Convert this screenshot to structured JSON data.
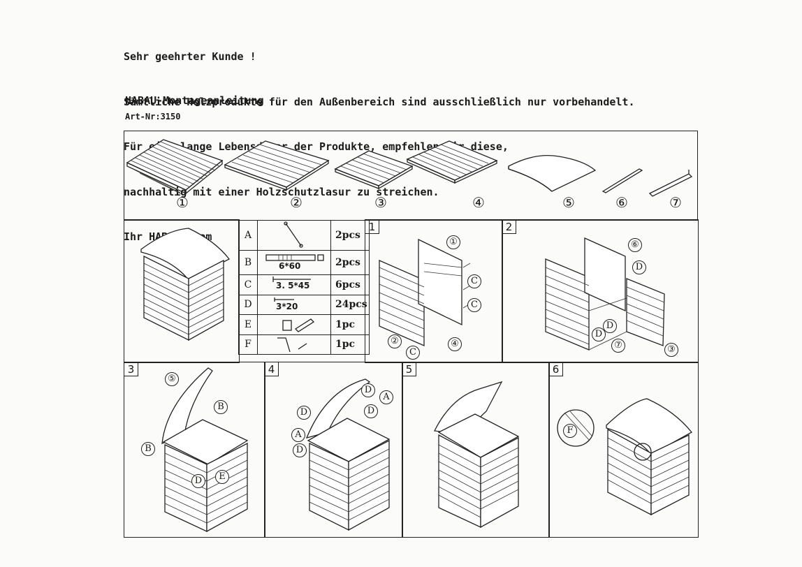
{
  "intro": {
    "lines": [
      "Sehr geehrter Kunde !",
      "Sämtliche Holzprodukte für den Außenbereich sind ausschließlich nur vorbehandelt.",
      "Für eine lange Lebensdauer der Produkte, empfehlen wir diese,",
      "nachhaltig mit einer Holzschutzlasur zu streichen.",
      "Ihr HABAU-Team"
    ]
  },
  "title": "HABAU-Montageanleitung",
  "article_number": "Art-Nr:3150",
  "parts_panels": [
    "①",
    "②",
    "③",
    "④",
    "⑤",
    "⑥",
    "⑦"
  ],
  "hardware": [
    {
      "letter": "A",
      "spec": "",
      "qty": "2pcs",
      "icon": "hinge-rod-icon"
    },
    {
      "letter": "B",
      "spec": "6*60",
      "qty": "2pcs",
      "icon": "bolt-icon"
    },
    {
      "letter": "C",
      "spec": "3. 5*45",
      "qty": "6pcs",
      "icon": "screw-long-icon"
    },
    {
      "letter": "D",
      "spec": "3*20",
      "qty": "24pcs",
      "icon": "screw-short-icon"
    },
    {
      "letter": "E",
      "spec": "",
      "qty": "1pc",
      "icon": "bracket-icon"
    },
    {
      "letter": "F",
      "spec": "",
      "qty": "1pc",
      "icon": "hook-icon"
    }
  ],
  "steps": [
    {
      "number": "1",
      "labels": [
        "①",
        "C",
        "C",
        "②",
        "C",
        "④"
      ]
    },
    {
      "number": "2",
      "labels": [
        "⑥",
        "D",
        "D",
        "D",
        "⑦",
        "③"
      ]
    },
    {
      "number": "3",
      "labels": [
        "⑤",
        "B",
        "B",
        "D",
        "E"
      ]
    },
    {
      "number": "4",
      "labels": [
        "D",
        "A",
        "D",
        "A",
        "D",
        "D"
      ]
    },
    {
      "number": "5",
      "labels": []
    },
    {
      "number": "6",
      "labels": [
        "F"
      ]
    }
  ]
}
